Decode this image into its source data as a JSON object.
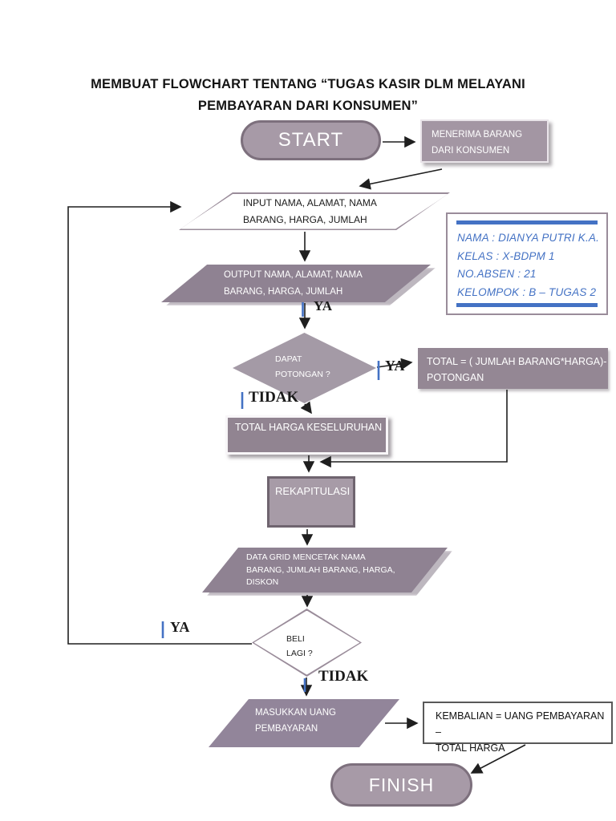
{
  "title": {
    "line1": "MEMBUAT FLOWCHART TENTANG “TUGAS KASIR DLM MELAYANI",
    "line2": "PEMBAYARAN DARI KONSUMEN”"
  },
  "nodes": {
    "start": {
      "label": "START"
    },
    "menerima": {
      "line1": "MENERIMA BARANG",
      "line2": "DARI KONSUMEN"
    },
    "input": {
      "line1": "INPUT NAMA, ALAMAT, NAMA",
      "line2": "BARANG, HARGA, JUMLAH"
    },
    "output": {
      "line1": "OUTPUT NAMA, ALAMAT, NAMA",
      "line2": "BARANG, HARGA, JUMLAH"
    },
    "dapat_potongan": {
      "line1": "DAPAT",
      "line2": "POTONGAN ?"
    },
    "total_formula": {
      "line1": "TOTAL = ( JUMLAH BARANG*HARGA)-",
      "line2": "POTONGAN"
    },
    "total_harga": {
      "label": "TOTAL HARGA KESELURUHAN"
    },
    "rekapitulasi": {
      "label": "REKAPITULASI"
    },
    "data_grid": {
      "line1": "DATA GRID MENCETAK NAMA",
      "line2": "BARANG, JUMLAH BARANG, HARGA,",
      "line3": "DISKON"
    },
    "beli_lagi": {
      "line1": "BELI",
      "line2": "LAGI ?"
    },
    "masukkan_uang": {
      "line1": "MASUKKAN UANG",
      "line2": "PEMBAYARAN"
    },
    "kembalian": {
      "line1": "KEMBALIAN = UANG PEMBAYARAN –",
      "line2": "TOTAL HARGA"
    },
    "finish": {
      "label": "FINISH"
    }
  },
  "edge_labels": {
    "output_ya": "YA",
    "potongan_ya": "YA",
    "potongan_tidak": "TIDAK",
    "beli_ya": "YA",
    "beli_tidak": "TIDAK"
  },
  "info_box": {
    "line1": "NAMA : DIANYA PUTRI K.A.",
    "line2": "KELAS : X-BDPM 1",
    "line3": "NO.ABSEN : 21",
    "line4": "KELOMPOK  : B – TUGAS 2"
  },
  "colors": {
    "shape_fill_light": "#a79aa7",
    "shape_fill_dark": "#8f8292",
    "shape_border": "#7d707d",
    "accent_blue": "#4472c4",
    "connector_black": "#1f1f1f"
  }
}
